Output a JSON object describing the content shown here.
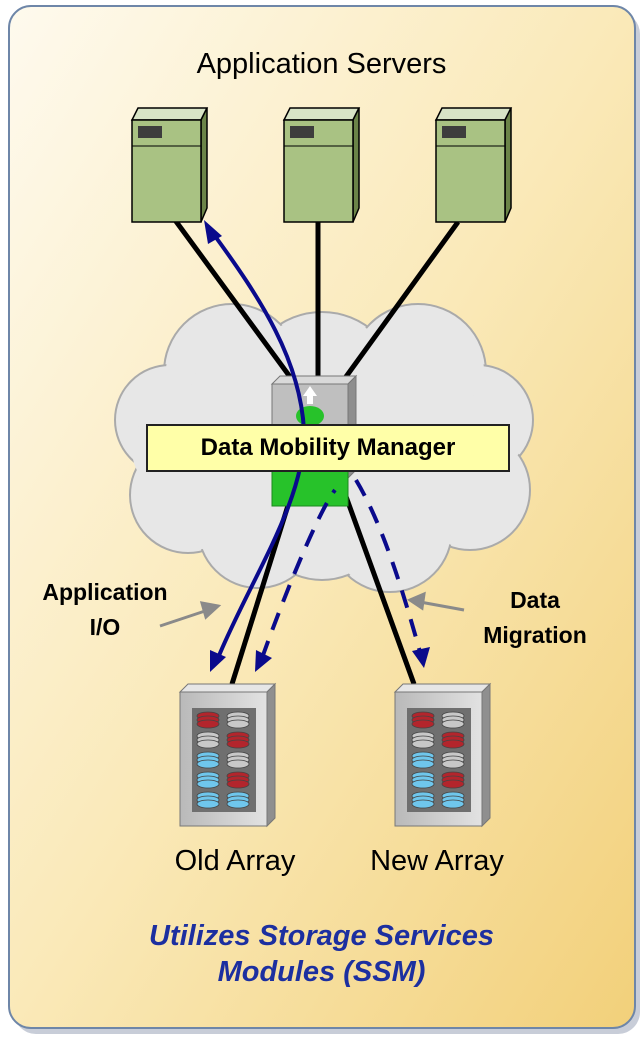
{
  "title": "Application Servers",
  "dmm_label": "Data Mobility Manager",
  "annotations": {
    "app_io_line1": "Application",
    "app_io_line2": "I/O",
    "data_migration_line1": "Data",
    "data_migration_line2": "Migration"
  },
  "arrays": {
    "old_label": "Old Array",
    "new_label": "New Array"
  },
  "footer": {
    "line1": "Utilizes Storage Services",
    "line2": "Modules (SSM)"
  },
  "colors": {
    "background_light": "#fdf7e4",
    "background_dark": "#f2d27c",
    "server_face": "#a9c283",
    "cloud": "#e6e6e6",
    "dmm_box": "#ffffa8",
    "switch_core": "#27c22a",
    "flow_arrow": "#0a0a8c",
    "footer_text": "#1c2fa0",
    "disk_red": "#b3252c",
    "disk_blue": "#6fc6ec",
    "disk_gray": "#c8c8c8"
  }
}
